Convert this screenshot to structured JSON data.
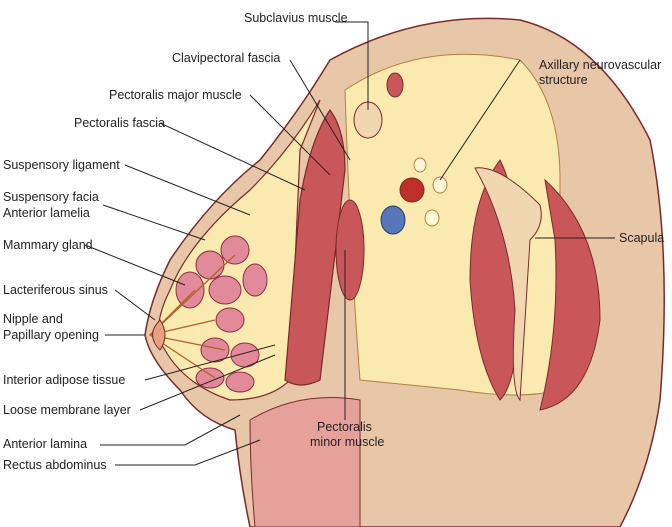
{
  "colors": {
    "fat": "#fbeab0",
    "fat_light": "#fff6d6",
    "muscle": "#c9575a",
    "muscle_light": "#e6a29a",
    "gland": "#e28a9a",
    "bone": "#f1d7b0",
    "artery": "#c0302a",
    "vein": "#5577b8",
    "outline": "#7a2a2a",
    "skin": "#e8c6a8"
  },
  "labels": {
    "subclavius": "Subclavius muscle",
    "clavipectoral": "Clavipectoral fascia",
    "pec_major": "Pectoralis major muscle",
    "pec_fascia": "Pectoralis fascia",
    "suspensory_ligament": "Suspensory ligament",
    "suspensory_facia_1": "Suspensory facia",
    "suspensory_facia_2": "Anterior lamelia",
    "mammary_gland": "Mammary gland",
    "lacteriferous": "Lacteriferous sinus",
    "nipple_1": "Nipple and",
    "nipple_2": "Papillary opening",
    "interior_adipose": "Interior adipose tissue",
    "loose_membrane": "Loose membrane layer",
    "anterior_lamina": "Anterior lamina",
    "rectus": "Rectus abdominus",
    "pec_minor_1": "Pectoralis",
    "pec_minor_2": "minor muscle",
    "axillary_1": "Axillary neurovascular",
    "axillary_2": "structure",
    "scapula": "Scapula"
  }
}
